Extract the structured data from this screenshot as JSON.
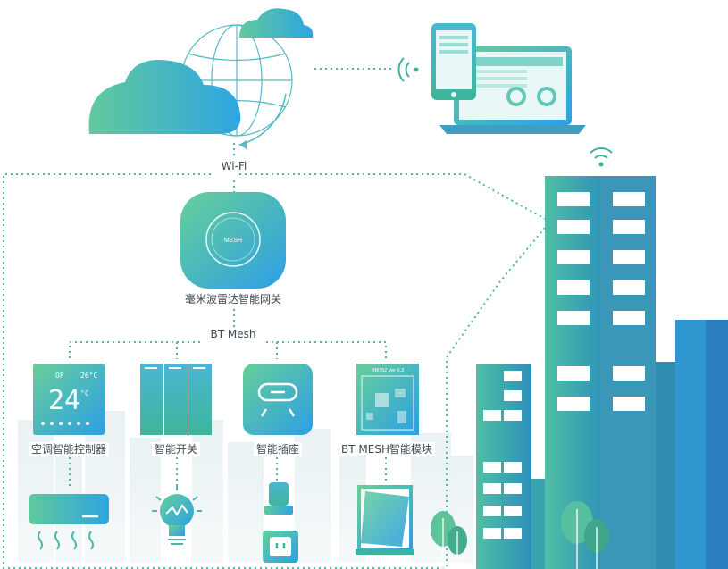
{
  "labels": {
    "wifi": "Wi-Fi",
    "gateway": "毫米波雷达智能网关",
    "bt_mesh": "BT Mesh",
    "ac_controller": "空调智能控制器",
    "smart_switch": "智能开关",
    "smart_socket": "智能插座",
    "bt_module": "BT MESH智能模块"
  },
  "device_text": {
    "gateway_logo": "MESH",
    "thermostat_mode": "OF",
    "thermostat_set": "26°C",
    "thermostat_temp": "24",
    "thermostat_unit": "°C",
    "module_title": "BM752 Ver 0.3"
  },
  "colors": {
    "gradient_start": "#5ec9a0",
    "gradient_end": "#2fa7e0",
    "dotted_line": "#4fb7a4",
    "text": "#3c4a4f"
  }
}
